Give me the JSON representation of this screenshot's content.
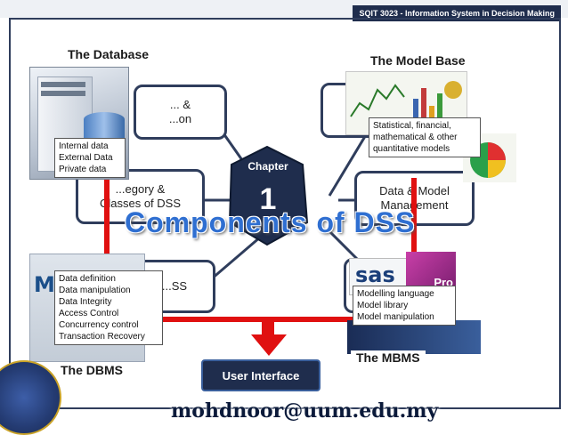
{
  "header": {
    "course_tag": "SQIT 3023 - Information System in Decision Making"
  },
  "sections": {
    "database": "The Database",
    "model_base": "The Model Base",
    "dbms": "The DBMS",
    "mbms": "The MBMS"
  },
  "center": {
    "chapter_label": "Chapter",
    "chapter_number": "1",
    "title": "Components of DSS"
  },
  "boxes": {
    "top_left": "... &\n...on",
    "mid_left": "...egory &\nClasses of DSS",
    "bottom_left": "...SS",
    "top_right": "...",
    "mid_right": "Data & Model\nManagement",
    "bottom_right": "..."
  },
  "database_items": [
    "Internal data",
    "External Data",
    "Private data"
  ],
  "model_items": [
    "Statistical, financial,",
    "mathematical & other",
    "quantitative models"
  ],
  "dbms_items": [
    "Data definition",
    "Data manipulation",
    "Data Integrity",
    "Access Control",
    "Concurrency control",
    "Transaction Recovery"
  ],
  "mbms_items": [
    "Modelling language",
    "Model library",
    "Model manipulation"
  ],
  "user_interface": "User Interface",
  "footer": {
    "email": "mohdnoor@uum.edu.my"
  },
  "logos": {
    "sas": "sas",
    "pro": "Pro"
  },
  "colors": {
    "accent": "#2f6fd1",
    "navy": "#1f2d4d",
    "red": "#e01010"
  }
}
